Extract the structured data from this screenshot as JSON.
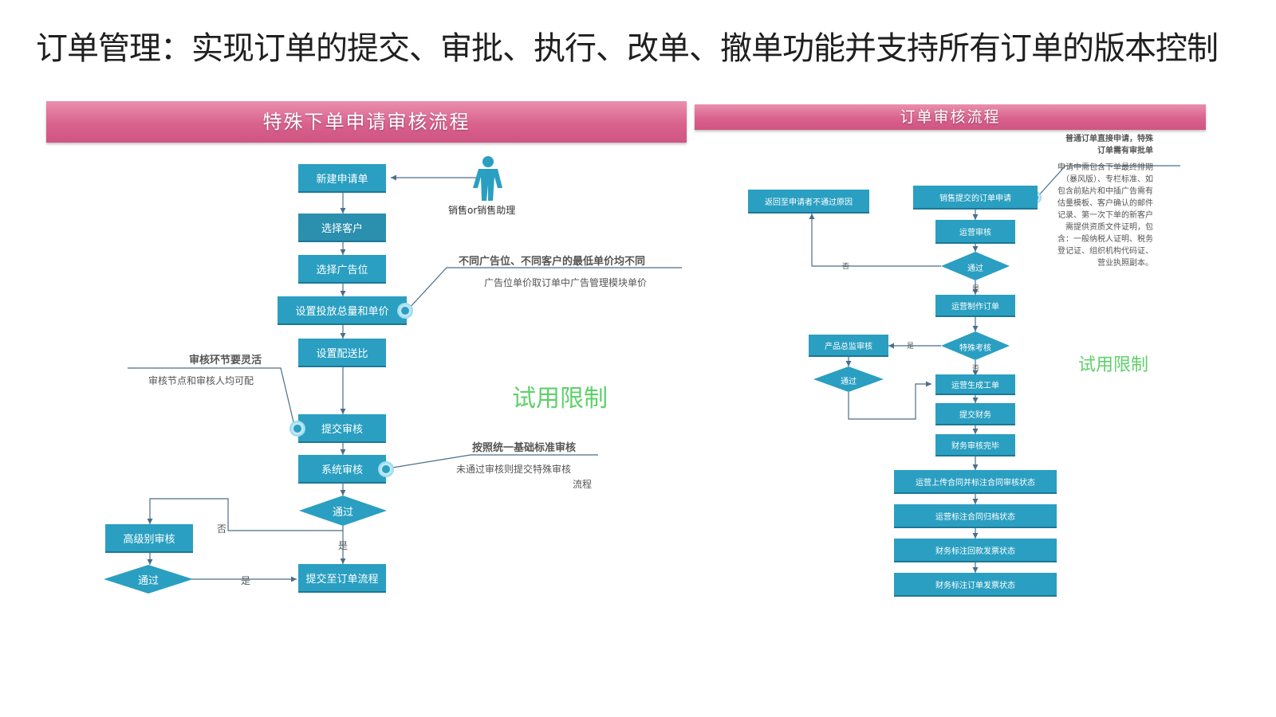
{
  "page_title": "订单管理：实现订单的提交、审批、执行、改单、撤单功能并支持所有订单的版本控制",
  "left": {
    "banner": "特殊下单申请审核流程",
    "actor": "销售or销售助理",
    "steps": [
      "新建申请单",
      "选择客户",
      "选择广告位",
      "设置投放总量和单价",
      "设置配送比",
      "提交审核",
      "系统审核"
    ],
    "decision": "通过",
    "senior_review": "高级别审核",
    "decision2": "通过",
    "submit_order": "提交至订单流程",
    "edge_no": "否",
    "edge_yes": "是",
    "edge_yes2": "是",
    "note1_title": "不同广告位、不同客户的最低单价均不同",
    "note1_body": "广告位单价取订单中广告管理模块单价",
    "note2_title": "审核环节要灵活",
    "note2_body": "审核节点和审核人均可配",
    "note3_title": "按照统一基础标准审核",
    "note3_body_1": "未通过审核则提交特殊审核",
    "note3_body_2": "流程",
    "watermark": "试用限制"
  },
  "right": {
    "banner": "订单审核流程",
    "return_box": "返回至申请者不通过原因",
    "sales_submit": "销售提交的订单申请",
    "ops_review": "运营审核",
    "pass1": "通过",
    "ops_make": "运营制作订单",
    "special": "特殊考核",
    "product_review": "产品总监审核",
    "pass2": "通过",
    "steps": [
      "运营生成工单",
      "提交财务",
      "财务审核完毕",
      "运营上传合同并标注合同审核状态",
      "运营标注合同归档状态",
      "财务标注回款发票状态",
      "财务标注订单发票状态"
    ],
    "edge_no": "否",
    "edge_yes": "是",
    "edge_yes2": "是",
    "edge_no2": "否",
    "note_head_1": "普通订单直接申请，特殊",
    "note_head_2": "订单需有审批单",
    "note_lines": [
      "申请中需包含下单最终排期",
      "（暴风版）、专栏标准、如",
      "包含前贴片和中插广告需有",
      "估量模板、客户确认的邮件",
      "记录、第一次下单的新客户",
      "需提供资质文件证明，包",
      "含：一般纳税人证明、税务",
      "登记证、组织机构代码证、",
      "营业执照副本。"
    ],
    "watermark": "试用限制"
  },
  "colors": {
    "box": "#2a9fc1",
    "banner": "#d9628c",
    "watermark": "#5fd06b",
    "line": "#4a6e8a"
  }
}
